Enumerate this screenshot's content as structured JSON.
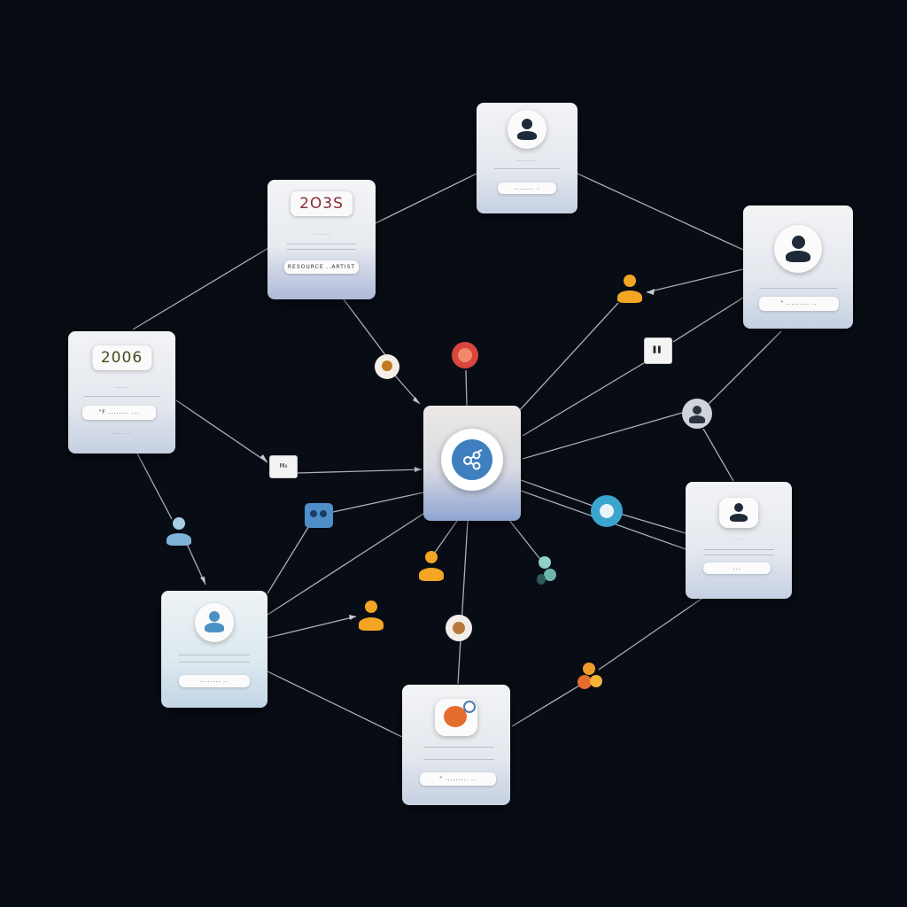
{
  "cards": {
    "year_2015": {
      "year": "2O3S",
      "caption": "........",
      "pill": "RESOURCE ..ARTIST"
    },
    "year_2006": {
      "year": "2006",
      "caption": "......",
      "pill": "\"F ........ ..."
    },
    "top_profile": {
      "caption": ".........",
      "pill": "........ ."
    },
    "right_profile": {
      "pill": "\" ......... .."
    },
    "right_lower": {
      "pill": "..."
    },
    "left_lower": {
      "pill": "........ .."
    },
    "bottom": {
      "pill": "\" ......... .."
    }
  },
  "chips": {
    "left_chip": "M₀",
    "right_chip": "▌▌"
  },
  "colors": {
    "background": "#080d15",
    "edge": "#c7ccd4",
    "hub_accent": "#3f7fc0",
    "person_orange": "#f2a623",
    "person_blue": "#7fb4d8",
    "person_gray": "#cfd4da",
    "red_node": "#d9453f",
    "teal_node": "#3aa5cf"
  },
  "icons": [
    "hub-network-icon",
    "person-icon",
    "calendar-icon",
    "photo-icon",
    "pizza-icon",
    "globe-icon",
    "robot-icon",
    "spark-icon"
  ]
}
